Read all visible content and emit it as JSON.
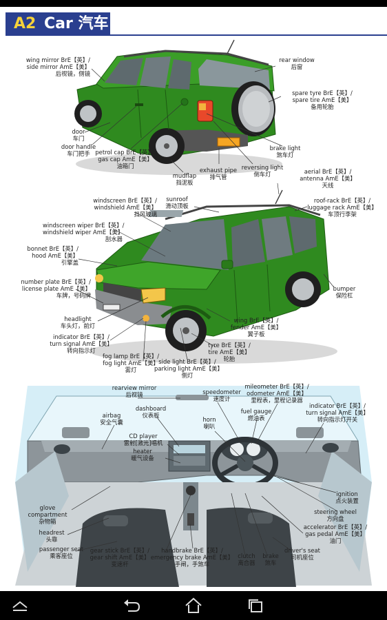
{
  "header": {
    "code": "A2",
    "title": "Car 汽车"
  },
  "labels": {
    "wing_mirror": {
      "en": "wing mirror BrE【英】/",
      "en2": "side mirror AmE【美】",
      "zh": "后视镜，侧镜"
    },
    "rear_window": {
      "en": "rear window",
      "zh": "后窗"
    },
    "spare_tyre": {
      "en": "spare tyre BrE【英】/",
      "en2": "spare tire AmE【美】",
      "zh": "备用轮胎"
    },
    "door": {
      "en": "door",
      "zh": "车门"
    },
    "door_handle": {
      "en": "door handle",
      "zh": "车门把手"
    },
    "petrol_cap": {
      "en": "petrol cap BrE【英】/",
      "en2": "gas cap AmE【美】",
      "zh": "油箱门"
    },
    "brake_light": {
      "en": "brake light",
      "zh": "煞车灯"
    },
    "exhaust_pipe": {
      "en": "exhaust pipe",
      "zh": "排气管"
    },
    "reversing_light": {
      "en": "reversing light",
      "zh": "倒车灯"
    },
    "mudflap": {
      "en": "mudflap",
      "zh": "挡泥板"
    },
    "aerial": {
      "en": "aerial BrE【英】/",
      "en2": "antenna AmE【美】",
      "zh": "天线"
    },
    "windscreen": {
      "en": "windscreen BrE【英】/",
      "en2": "windshield AmE【美】",
      "zh": "挡风玻璃"
    },
    "sunroof": {
      "en": "sunroof",
      "zh": "滑动顶板"
    },
    "roof_rack": {
      "en": "roof-rack BrE【英】/",
      "en2": "luggage rack AmE【美】",
      "zh": "车顶行李架"
    },
    "windscreen_wiper": {
      "en": "windscreen wiper BrE【英】/",
      "en2": "windshield wiper AmE【美】",
      "zh": "刮水器"
    },
    "bonnet": {
      "en": "bonnet BrE【英】/",
      "en2": "hood AmE【美】",
      "zh": "引擎盖"
    },
    "number_plate": {
      "en": "number plate BrE【英】/",
      "en2": "license plate AmE【美】",
      "zh": "车牌，号码牌"
    },
    "bumper": {
      "en": "bumper",
      "zh": "保险杠"
    },
    "headlight": {
      "en": "headlight",
      "zh": "车头灯，前灯"
    },
    "wing": {
      "en": "wing BrE【英】/",
      "en2": "fender AmE【美】",
      "zh": "翼子板"
    },
    "indicator": {
      "en": "indicator BrE【英】/",
      "en2": "turn signal AmE【美】",
      "zh": "转向指示灯"
    },
    "tyre": {
      "en": "tyre BrE【英】/",
      "en2": "tire AmE【美】",
      "zh": "轮胎"
    },
    "fog_lamp": {
      "en": "fog lamp BrE【英】/",
      "en2": "fog light AmE【美】",
      "zh": "雾灯"
    },
    "side_light": {
      "en": "side light BrE【英】/",
      "en2": "parking light AmE【美】",
      "zh": "侧灯"
    },
    "rearview_mirror": {
      "en": "rearview mirror",
      "zh": "后视镜"
    },
    "speedometer": {
      "en": "speedometer",
      "zh": "速度计"
    },
    "mileometer": {
      "en": "mileometer BrE【英】/",
      "en2": "odometer AmE【美】",
      "zh": "里程表，里程记录器"
    },
    "airbag": {
      "en": "airbag",
      "zh": "安全气囊"
    },
    "dashboard": {
      "en": "dashboard",
      "zh": "仪表板"
    },
    "fuel_gauge": {
      "en": "fuel gauge",
      "zh": "燃油表"
    },
    "indicator2": {
      "en": "indicator BrE【英】/",
      "en2": "turn signal AmE【美】",
      "zh": "转向指示灯开关"
    },
    "horn": {
      "en": "horn",
      "zh": "喇叭"
    },
    "cd_player": {
      "en": "CD player",
      "zh": "雷射[激光]唱机"
    },
    "heater": {
      "en": "heater",
      "zh": "暖气设备"
    },
    "ignition": {
      "en": "ignition",
      "zh": "点火装置"
    },
    "glove": {
      "en": "glove",
      "en2": "compartment",
      "zh": "杂物箱"
    },
    "steering_wheel": {
      "en": "steering wheel",
      "zh": "方向盘"
    },
    "headrest": {
      "en": "headrest",
      "zh": "头靠"
    },
    "accelerator": {
      "en": "accelerator BrE【英】/",
      "en2": "gas pedal AmE【美】",
      "zh": "油门"
    },
    "passenger_seat": {
      "en": "passenger seat",
      "zh": "乘客座位"
    },
    "gear_stick": {
      "en": "gear stick BrE【英】/",
      "en2": "gear shift AmE【美】",
      "zh": "变速杆"
    },
    "handbrake": {
      "en": "handbrake BrE【英】/",
      "en2": "emergency brake AmE【美】",
      "zh": "手闸，手煞车"
    },
    "clutch": {
      "en": "clutch",
      "zh": "离合器"
    },
    "brake": {
      "en": "brake",
      "zh": "煞车"
    },
    "drivers_seat": {
      "en": "driver's seat",
      "zh": "司机座位"
    }
  },
  "nav": {
    "back": "back-icon",
    "home": "home-icon",
    "recents": "recents-icon"
  },
  "colors": {
    "accent": "#2a3f8f",
    "title_code": "#f6d23a",
    "car_green": "#2f8a1f"
  }
}
